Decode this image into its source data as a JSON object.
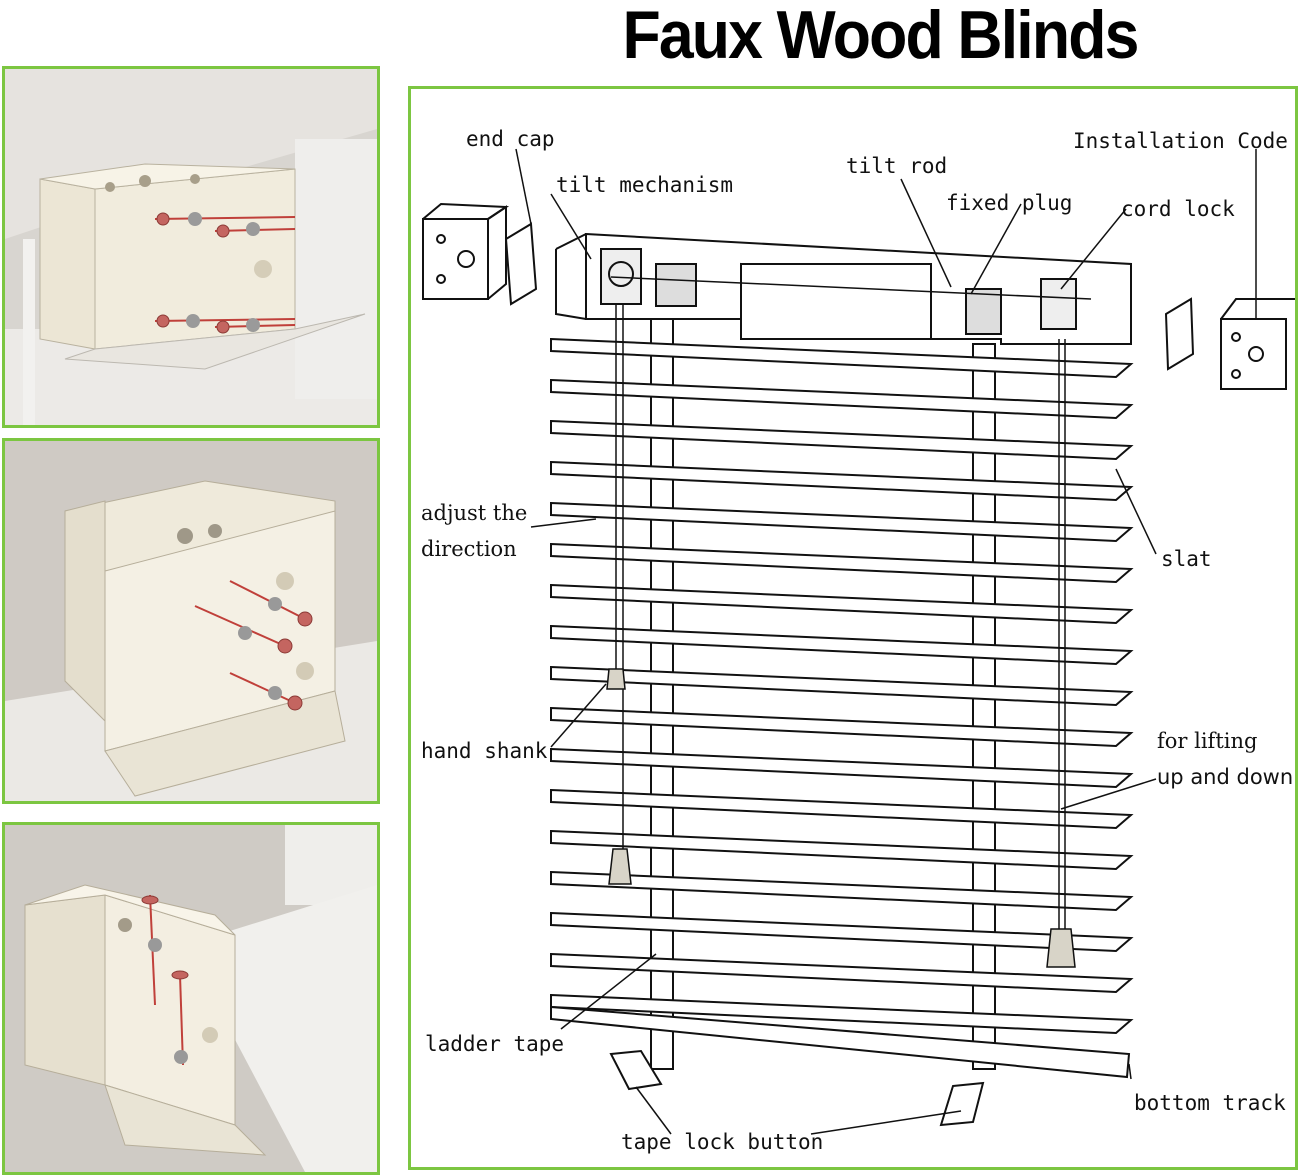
{
  "title": "Faux Wood Blinds",
  "labels": {
    "end_cap": "end cap",
    "tilt_mechanism": "tilt mechanism",
    "tilt_rod": "tilt rod",
    "fixed_plug": "fixed plug",
    "cord_lock": "cord lock",
    "installation_code": "Installation Code",
    "adjust_the": "adjust the",
    "direction": "direction",
    "slat": "slat",
    "hand_shank": "hand shank",
    "for_lifting": "for lifting",
    "up_and_down": "up and down",
    "ladder_tape": "ladder tape",
    "bottom_track": "bottom track",
    "tape_lock_button": "tape lock button"
  },
  "photos": [
    {
      "name": "bracket-mount-ceiling"
    },
    {
      "name": "bracket-mount-angle"
    },
    {
      "name": "bracket-mount-top"
    }
  ],
  "colors": {
    "frame_border": "#7cc641",
    "screw_accent": "#c0403a"
  }
}
